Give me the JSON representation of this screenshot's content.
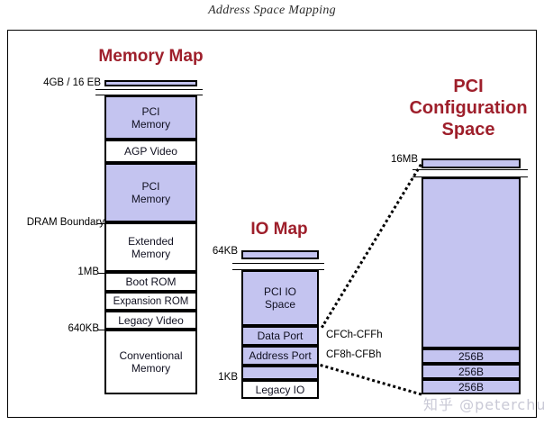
{
  "title": "Address Space Mapping",
  "watermark": "知乎 @peterchu",
  "memory_map": {
    "heading": "Memory Map",
    "top_label": "4GB / 16 EB",
    "labels": [
      {
        "text": "4GB / 16 EB"
      },
      {
        "text": "DRAM Boundary"
      },
      {
        "text": "1MB"
      },
      {
        "text": "640KB"
      }
    ],
    "blocks": [
      {
        "label": "",
        "fill": true
      },
      {
        "label": "PCI\nMemory",
        "fill": true
      },
      {
        "label": "AGP Video",
        "fill": false
      },
      {
        "label": "PCI\nMemory",
        "fill": true
      },
      {
        "label": "Extended\nMemory",
        "fill": false
      },
      {
        "label": "Boot ROM",
        "fill": false
      },
      {
        "label": "Expansion ROM",
        "fill": false
      },
      {
        "label": "Legacy Video",
        "fill": false
      },
      {
        "label": "Conventional\nMemory",
        "fill": false
      }
    ]
  },
  "io_map": {
    "heading": "IO Map",
    "labels": [
      {
        "text": "64KB"
      },
      {
        "text": "1KB"
      }
    ],
    "blocks": [
      {
        "label": "",
        "fill": true
      },
      {
        "label": "PCI IO\nSpace",
        "fill": true
      },
      {
        "label": "Data Port",
        "fill": true
      },
      {
        "label": "Address Port",
        "fill": true
      },
      {
        "label": "",
        "fill": true
      },
      {
        "label": "Legacy IO",
        "fill": false
      }
    ],
    "annotations": [
      {
        "text": "CFCh-CFFh"
      },
      {
        "text": "CF8h-CFBh"
      }
    ]
  },
  "pci_config": {
    "heading": "PCI\nConfiguration\nSpace",
    "labels": [
      {
        "text": "16MB"
      }
    ],
    "blocks": [
      {
        "label": "",
        "fill": true
      },
      {
        "label": "",
        "fill": true
      },
      {
        "label": "256B",
        "fill": true
      },
      {
        "label": "256B",
        "fill": true
      },
      {
        "label": "256B",
        "fill": true
      }
    ]
  },
  "colors": {
    "fill": "#c4c4f0",
    "heading": "#9e1f2b",
    "stroke": "#000000"
  }
}
